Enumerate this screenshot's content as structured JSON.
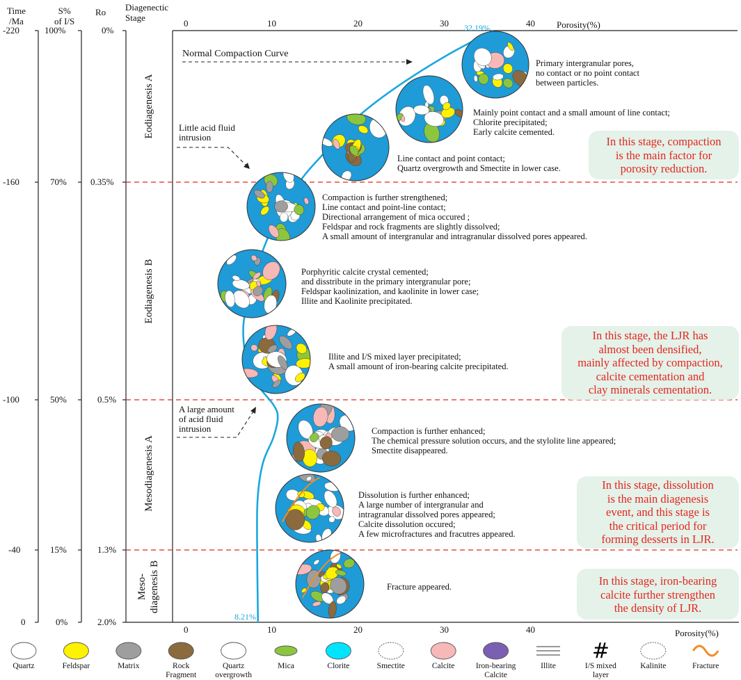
{
  "headers": {
    "time": "Time\n/Ma",
    "si": "S%\nof I/S",
    "ro": "Ro",
    "stage": "Diagenectic\nStage",
    "porosity_top": "Porosity(%)",
    "porosity_bottom": "Porosity(%)"
  },
  "porosity_ticks": [
    "0",
    "10",
    "20",
    "30",
    "40"
  ],
  "time_ticks": [
    "-220",
    "-160",
    "-100",
    "-40",
    "0"
  ],
  "si_ticks": [
    "100%",
    "70%",
    "50%",
    "15%",
    "0%"
  ],
  "ro_ticks": [
    "0%",
    "0.35%",
    "0.5%",
    "1.3%",
    "2.0%"
  ],
  "stages": [
    "Eodiagenesis A",
    "Eodiagenesis B",
    "Mesodiagenesis A",
    "Meso-\ndiagenesis B"
  ],
  "curve": {
    "start_label": "32.19%",
    "end_label": "8.21%",
    "points": [
      [
        35.5,
        -220
      ],
      [
        30,
        -210
      ],
      [
        24,
        -197
      ],
      [
        19.5,
        -185
      ],
      [
        16,
        -172
      ],
      [
        13,
        -160
      ],
      [
        10,
        -148
      ],
      [
        8,
        -136
      ],
      [
        6.8,
        -125
      ],
      [
        6.5,
        -118
      ],
      [
        7,
        -110
      ],
      [
        8.2,
        -104
      ],
      [
        10,
        -98
      ],
      [
        10.5,
        -93
      ],
      [
        10,
        -85
      ],
      [
        8.8,
        -75
      ],
      [
        8.2,
        -62
      ],
      [
        8.1,
        -45
      ],
      [
        8.21,
        0
      ]
    ],
    "color": "#1aa7de"
  },
  "annotations": {
    "normal_compaction": "Normal Compaction Curve",
    "little_acid": "Little acid fluid\nintrusion",
    "large_acid": "A large amount\nof acid fluid\nintrusion"
  },
  "descriptions": [
    "Primary intergranular pores,\nno contact or no point contact\nbetween particles.",
    "Mainly point contact and a small amount of line contact;\nChlorite precipitated;\nEarly calcite cemented.",
    "Line contact and point contact;\nQuartz overgrowth and Smectite in lower case.",
    "Compaction is further strengthened;\nLine contact and point-line contact;\nDirectional arrangement of mica occured ;\nFeldspar and rock fragments are slightly dissolved;\nA small amount of intergranular and intragranular dissolved pores appeared.",
    "Porphyritic calcite crystal cemented;\nand disstribute in the primary intergranular pore;\nFeldspar kaolinization, and kaolinite in lower case;\nIllite and Kaolinite precipitated.",
    "Illite and I/S mixed layer precipitated;\nA small amount of iron-bearing calcite precipitated.",
    "Compaction is further enhanced;\nThe chemical pressure solution occurs, and the stylolite line appeared;\nSmectite disappeared.",
    "Dissolution is further enhanced;\nA large number of intergranular and\nintragranular dissolved pores appeared;\nCalcite dissolution occured;\nA few microfractures and fracutres appeared.",
    "Fracture appeared."
  ],
  "notes": [
    "In this stage, compaction\nis the main factor for\nporosity reduction.",
    "In this stage, the LJR has\nalmost been densified,\nmainly affected by compaction,\ncalcite cementation and\nclay minerals cementation.",
    "In this stage, dissolution\nis the main diagenesis\nevent, and this stage is\nthe critical period for\nforming desserts in LJR.",
    "In this stage, iron-bearing\ncalcite further strengthen\nthe density of LJR."
  ],
  "legend": [
    {
      "label": "Quartz",
      "shape": "quartz-icon",
      "fill": "#ffffff"
    },
    {
      "label": "Feldspar",
      "shape": "feldspar-icon",
      "fill": "#fff200"
    },
    {
      "label": "Matrix",
      "shape": "matrix-icon",
      "fill": "#9e9e9e"
    },
    {
      "label": "Rock\nFragment",
      "shape": "rock-fragment-icon",
      "fill": "#8b6a3e"
    },
    {
      "label": "Quartz\novergrowth",
      "shape": "quartz-overgrowth-icon",
      "fill": "#ffffff"
    },
    {
      "label": "Mica",
      "shape": "mica-icon",
      "fill": "#8cc63f"
    },
    {
      "label": "Clorite",
      "shape": "clorite-icon",
      "fill": "#00e5ff"
    },
    {
      "label": "Smectite",
      "shape": "smectite-icon",
      "fill": "#ffffff"
    },
    {
      "label": "Calcite",
      "shape": "calcite-icon",
      "fill": "#f7b8b8"
    },
    {
      "label": "Iron-bearing\nCalcite",
      "shape": "iron-calcite-icon",
      "fill": "#7b5fb3"
    },
    {
      "label": "Illite",
      "shape": "illite-icon",
      "fill": "#ffffff"
    },
    {
      "label": "I/S mixed\nlayer",
      "shape": "is-mixed-layer-icon",
      "fill": "#ffffff"
    },
    {
      "label": "Kalinite",
      "shape": "kalinite-icon",
      "fill": "#ffffff"
    },
    {
      "label": "Fracture",
      "shape": "fracture-icon",
      "fill": "#f28c28"
    }
  ],
  "colors": {
    "boundary": "#e3261f",
    "pore_blue": "#1f9bd7",
    "note_bg": "#e4f2e9",
    "note_text": "#e3261f"
  }
}
